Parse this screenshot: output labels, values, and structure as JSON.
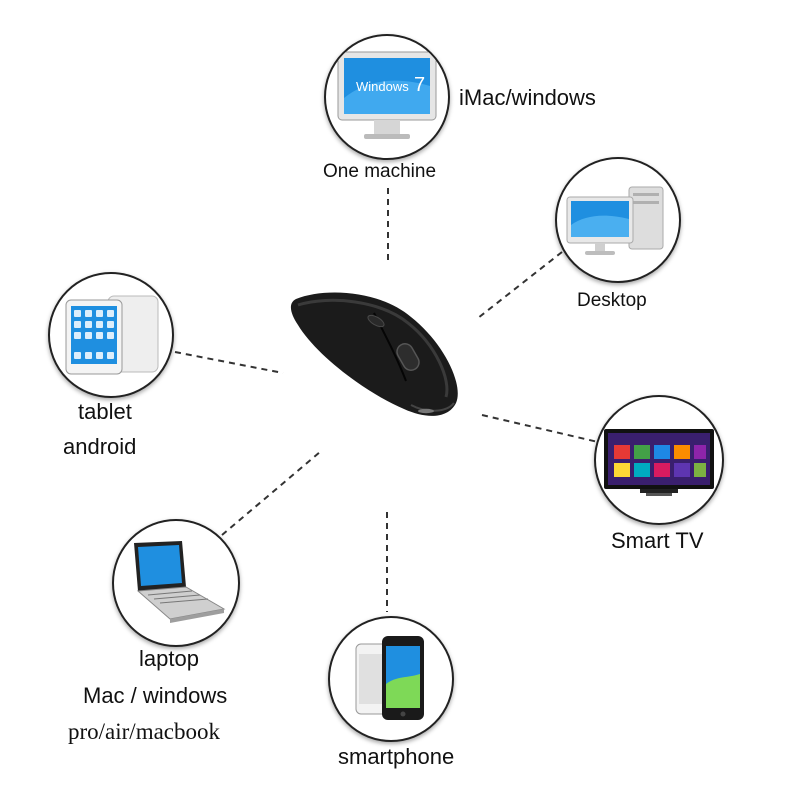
{
  "center": {
    "device": "wireless-mouse-icon"
  },
  "devices": {
    "imac": {
      "caption_top": "iMac/windows",
      "caption_bottom": "One machine",
      "screen_text": "Windows",
      "screen_num": "7",
      "icon": "imac-icon"
    },
    "desktop": {
      "caption": "Desktop",
      "icon": "desktop-computer-icon"
    },
    "tablet": {
      "line1": "tablet",
      "line2": "android",
      "icon": "tablet-icon"
    },
    "smart_tv": {
      "caption": "Smart TV",
      "icon": "smart-tv-icon"
    },
    "laptop": {
      "line1": "laptop",
      "line2": "Mac / windows",
      "line3": "pro/air/macbook",
      "icon": "laptop-icon"
    },
    "smartphone": {
      "caption": "smartphone",
      "icon": "smartphone-icon"
    }
  },
  "colors": {
    "screen_blue": "#1f8fe0",
    "mouse_body": "#1b1b1b",
    "outline": "#222222",
    "connector": "#333333"
  }
}
